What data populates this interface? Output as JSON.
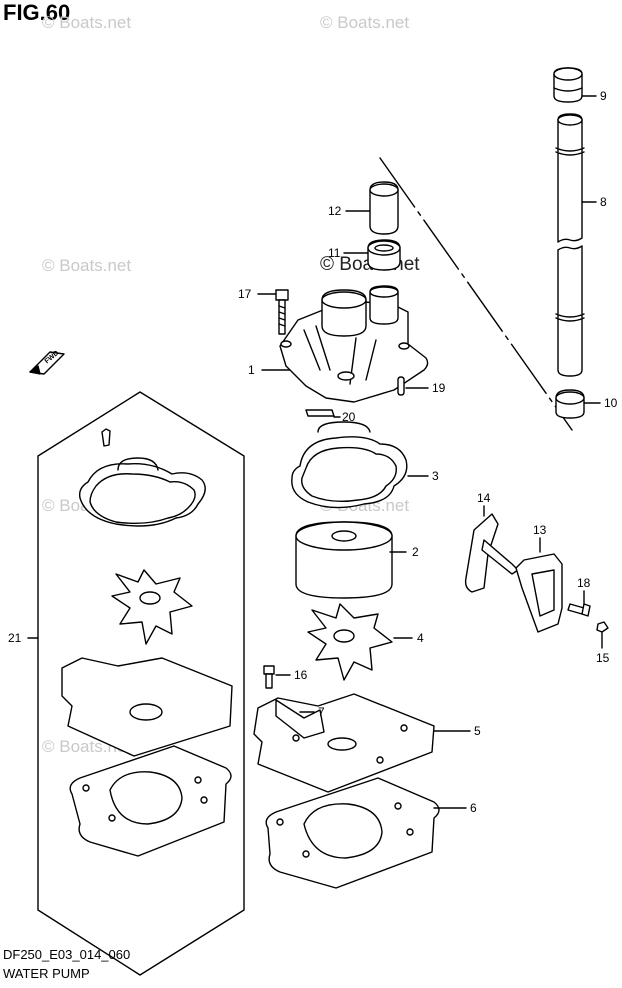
{
  "figure": {
    "title": "FIG.60",
    "code": "DF250_E03_014_060",
    "caption": "WATER PUMP"
  },
  "watermark": "© Boats.net",
  "direction_arrow": {
    "label": "FWD"
  },
  "parts": [
    {
      "ref": "1"
    },
    {
      "ref": "2"
    },
    {
      "ref": "3"
    },
    {
      "ref": "4"
    },
    {
      "ref": "5"
    },
    {
      "ref": "6"
    },
    {
      "ref": "7"
    },
    {
      "ref": "8"
    },
    {
      "ref": "9"
    },
    {
      "ref": "10"
    },
    {
      "ref": "11"
    },
    {
      "ref": "12"
    },
    {
      "ref": "13"
    },
    {
      "ref": "14"
    },
    {
      "ref": "15"
    },
    {
      "ref": "16"
    },
    {
      "ref": "17"
    },
    {
      "ref": "18"
    },
    {
      "ref": "19"
    },
    {
      "ref": "20"
    },
    {
      "ref": "21"
    }
  ],
  "colors": {
    "line": "#000000",
    "watermark": "#c9c9c9",
    "background": "#ffffff"
  }
}
